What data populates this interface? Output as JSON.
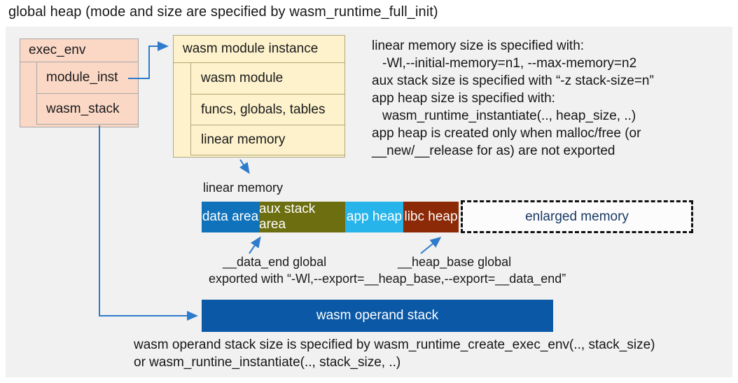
{
  "title": "global heap (mode and size are specified by wasm_runtime_full_init)",
  "exec_env": {
    "title": "exec_env",
    "fields": [
      "module_inst",
      "wasm_stack"
    ],
    "fill_color": "#fbd8c6"
  },
  "module_instance": {
    "title": "wasm module instance",
    "fields": [
      "wasm module",
      "funcs, globals, tables",
      "linear memory"
    ],
    "fill_color": "#fdf2cc"
  },
  "notes_right": {
    "line1": "linear memory size is specified with:",
    "line2": "-Wl,--initial-memory=n1, --max-memory=n2",
    "line3": "aux stack size is specified with “-z stack-size=n”",
    "line4": "app heap size is specified with:",
    "line5": "wasm_runtime_instantiate(.., heap_size, ..)",
    "line6": "app heap is created only when malloc/free (or",
    "line7": "__new/__release for as) are not exported"
  },
  "linear_memory": {
    "label": "linear memory",
    "segments": [
      {
        "label": "data area",
        "color": "#0f72ba",
        "text_color": "#ffffff"
      },
      {
        "label": "aux stack area",
        "color": "#6c6e0f",
        "text_color": "#ffffff"
      },
      {
        "label": "app heap",
        "color": "#27b4ea",
        "text_color": "#ffffff"
      },
      {
        "label": "libc heap",
        "color": "#8c2906",
        "text_color": "#ffffff"
      },
      {
        "label": "enlarged memory",
        "color": "#fcfcfc",
        "text_color": "#1b3a66",
        "border": "dashed"
      }
    ]
  },
  "annotations": {
    "data_end": "__data_end global",
    "heap_base": "__heap_base global",
    "exported": "exported with “-Wl,--export=__heap_base,--export=__data_end”"
  },
  "operand_stack": {
    "label": "wasm operand stack",
    "color": "#0a58a6"
  },
  "notes_bottom": {
    "line1": "wasm operand stack size is specified by wasm_runtime_create_exec_env(.., stack_size)",
    "line2": "or wasm_runtine_instantiate(.., stack_size, ..)"
  },
  "colors": {
    "panel_background": "#f1f1f1",
    "arrow": "#2e7bcc"
  }
}
